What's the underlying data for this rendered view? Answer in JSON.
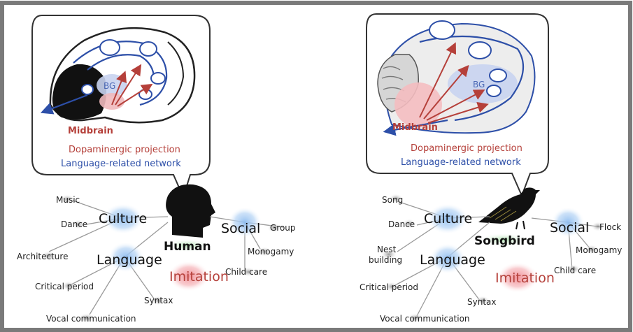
{
  "left_panel": {
    "brain": {
      "midbrain_label": "Midbrain",
      "bg_label": "BG",
      "legend_dopamine": "Dopaminergic projection",
      "legend_network": "Language-related network"
    },
    "species_label": "Human",
    "hubs": {
      "culture": "Culture",
      "social": "Social",
      "language": "Language",
      "imitation": "Imitation"
    },
    "culture_items": [
      "Music",
      "Dance",
      "Architecture"
    ],
    "social_items": [
      "Group",
      "Monogamy",
      "Child care"
    ],
    "language_items": [
      "Critical period",
      "Vocal communication",
      "Syntax"
    ]
  },
  "right_panel": {
    "brain": {
      "midbrain_label": "Midbrain",
      "bg_label": "BG",
      "legend_dopamine": "Dopaminergic projection",
      "legend_network": "Language-related network"
    },
    "species_label": "Songbird",
    "hubs": {
      "culture": "Culture",
      "social": "Social",
      "language": "Language",
      "imitation": "Imitation"
    },
    "culture_items": [
      "Song",
      "Dance",
      "Nest",
      "building"
    ],
    "social_items": [
      "Flock",
      "Monogamy",
      "Child care"
    ],
    "language_items": [
      "Critical period",
      "Vocal communication",
      "Syntax"
    ]
  },
  "colors": {
    "frame": "#7a7a7a",
    "dopamine": "#b5403a",
    "network": "#2d4fa8",
    "culture_glow": "#9cc6ee",
    "imitation_glow": "#f2a2a8",
    "species_glow": "#bfe6bf"
  }
}
